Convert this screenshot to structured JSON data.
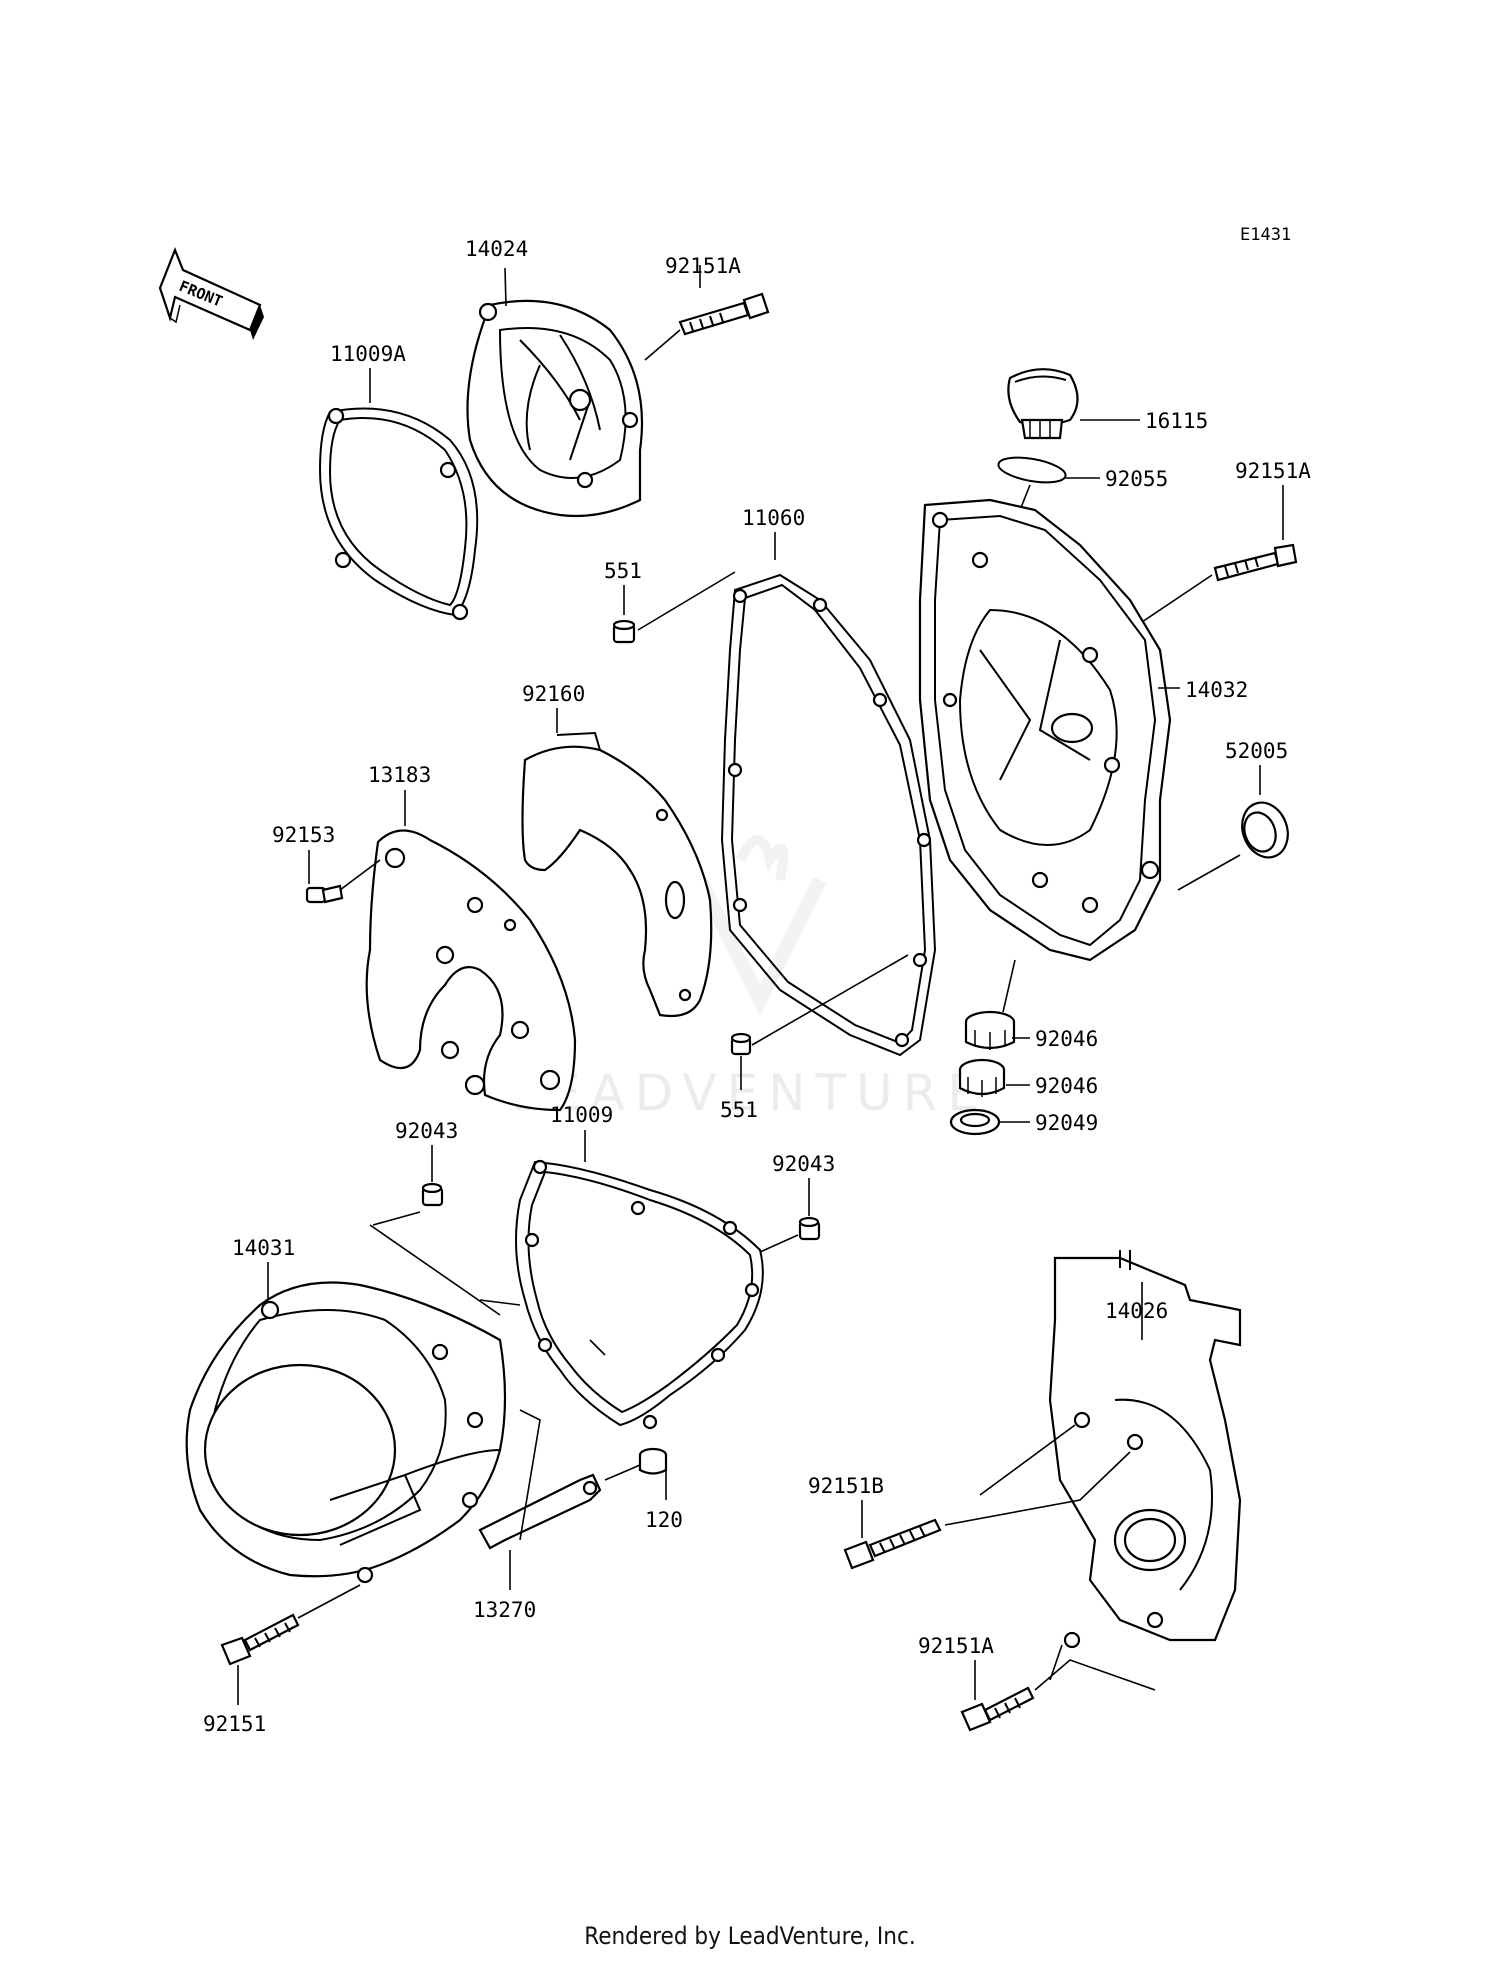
{
  "diagram_code": "E1431",
  "front_label": "FRONT",
  "watermark": "LEADVENTURE",
  "footer": "Rendered by LeadVenture, Inc.",
  "labels": {
    "p14024": "14024",
    "p92151A_top": "92151A",
    "p11009A": "11009A",
    "p16115": "16115",
    "p92055": "92055",
    "p92151A_right": "92151A",
    "p11060": "11060",
    "p551_top": "551",
    "p14032": "14032",
    "p92160": "92160",
    "p52005": "52005",
    "p13183": "13183",
    "p92153": "92153",
    "p92046_a": "92046",
    "p92046_b": "92046",
    "p551_bottom": "551",
    "p92049": "92049",
    "p92043_left": "92043",
    "p11009": "11009",
    "p92043_right": "92043",
    "p14031": "14031",
    "p14026": "14026",
    "p120": "120",
    "p92151B": "92151B",
    "p13270": "13270",
    "p92151A_bottom": "92151A",
    "p92151": "92151"
  }
}
